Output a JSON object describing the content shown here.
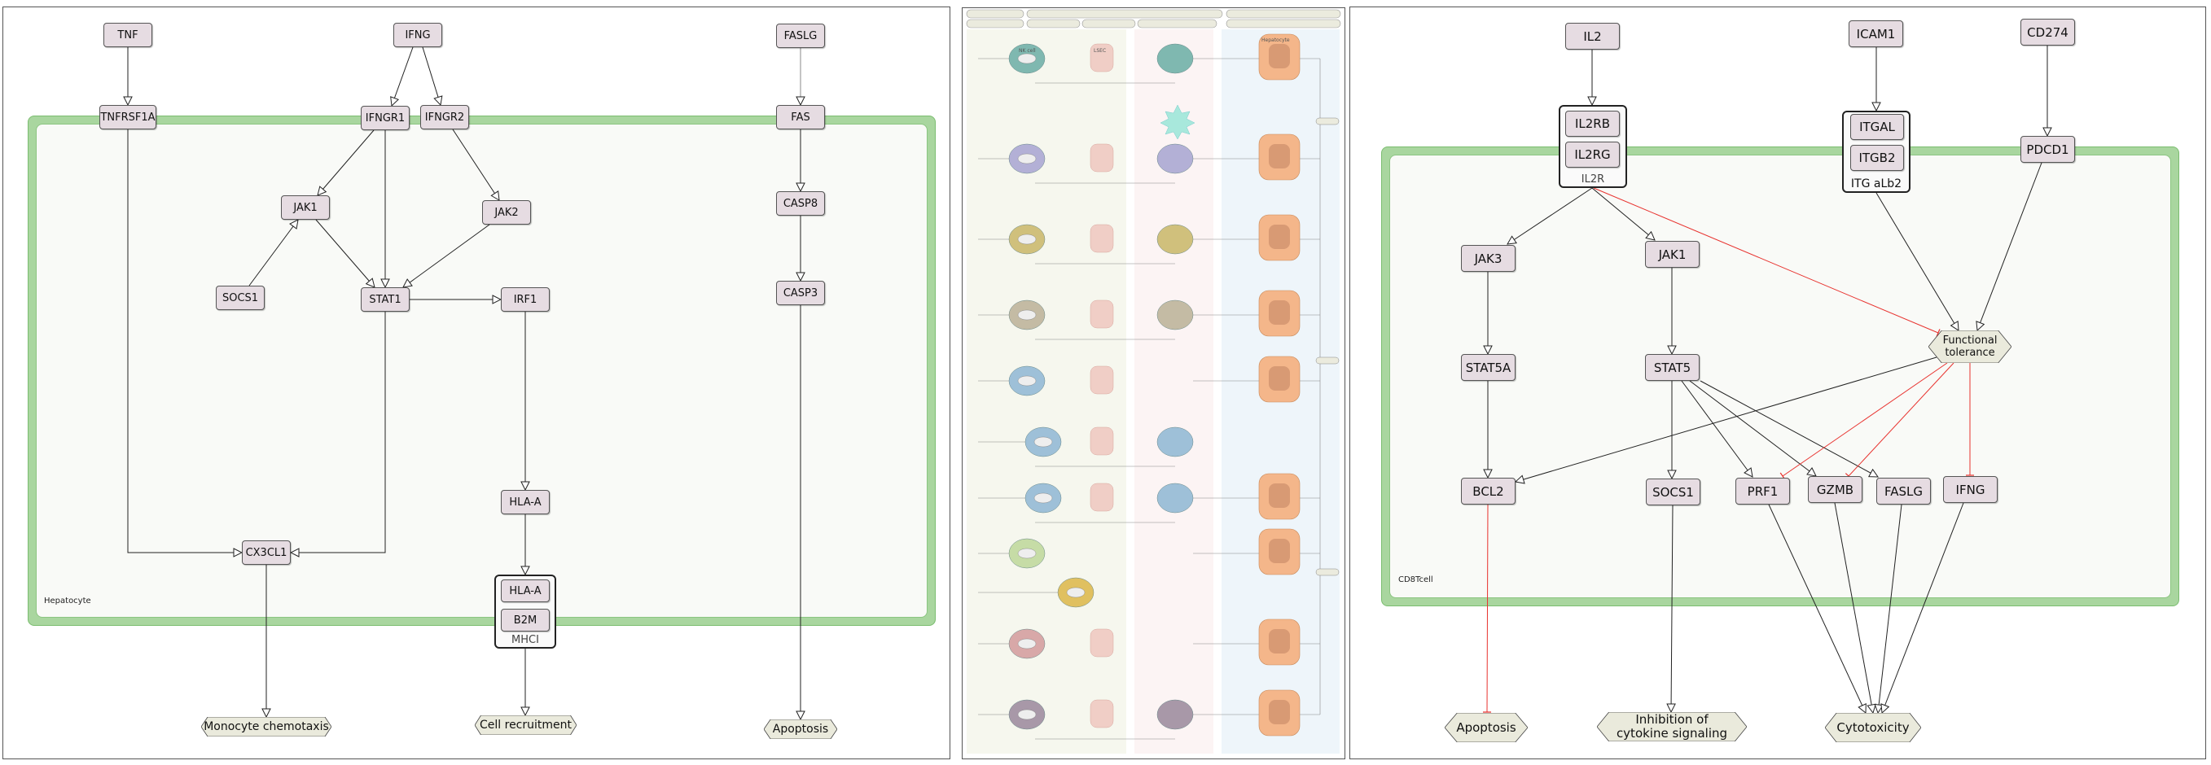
{
  "left_panel": {
    "compartment": "Hepatocyte",
    "nodes": {
      "tnf": "TNF",
      "ifng": "IFNG",
      "faslg": "FASLG",
      "tnfrsf1a": "TNFRSF1A",
      "ifngr1": "IFNGR1",
      "ifngr2": "IFNGR2",
      "fas": "FAS",
      "jak1": "JAK1",
      "jak2": "JAK2",
      "casp8": "CASP8",
      "socs1": "SOCS1",
      "stat1": "STAT1",
      "irf1": "IRF1",
      "casp3": "CASP3",
      "hla_a": "HLA-A",
      "cx3cl1": "CX3CL1"
    },
    "mhci_group": {
      "label": "MHCI",
      "members": [
        "HLA-A",
        "B2M"
      ]
    },
    "outcomes": {
      "monocyte_chemotaxis": "Monocyte chemotaxis",
      "cell_recruitment": "Cell recruitment",
      "apoptosis": "Apoptosis"
    }
  },
  "middle_panel": {
    "cell_labels": {
      "nk": "NK cell",
      "lsec": "LSEC",
      "hepatocyte": "Hepatocyte"
    },
    "colors": {
      "zone1": "#f6f7ee",
      "zone2": "#fcf4f4",
      "zone3": "#eef5fa",
      "hepatocyte": "#f4b68a",
      "lsec": "#f0cec6"
    }
  },
  "right_panel": {
    "compartment": "CD8Tcell",
    "nodes": {
      "il2": "IL2",
      "icam1": "ICAM1",
      "cd274": "CD274",
      "pdcd1": "PDCD1",
      "jak3": "JAK3",
      "jak1": "JAK1",
      "stat5a": "STAT5A",
      "stat5": "STAT5",
      "bcl2": "BCL2",
      "socs1": "SOCS1",
      "prf1": "PRF1",
      "gzmb": "GZMB",
      "faslg": "FASLG",
      "ifng": "IFNG"
    },
    "il2r_group": {
      "label": "IL2R",
      "members": [
        "IL2RB",
        "IL2RG"
      ]
    },
    "itg_group": {
      "label": "ITG aLb2",
      "members": [
        "ITGAL",
        "ITGB2"
      ]
    },
    "functional_tolerance": "Functional tolerance",
    "outcomes": {
      "apoptosis": "Apoptosis",
      "inhibition": "Inhibition of cytokine signaling",
      "cytotoxicity": "Cytotoxicity"
    }
  },
  "colors": {
    "node_fill": "#e6dce2",
    "membrane": "#a9d69f",
    "outcome_fill": "#eaeadc",
    "inhibition": "#e8322e"
  }
}
